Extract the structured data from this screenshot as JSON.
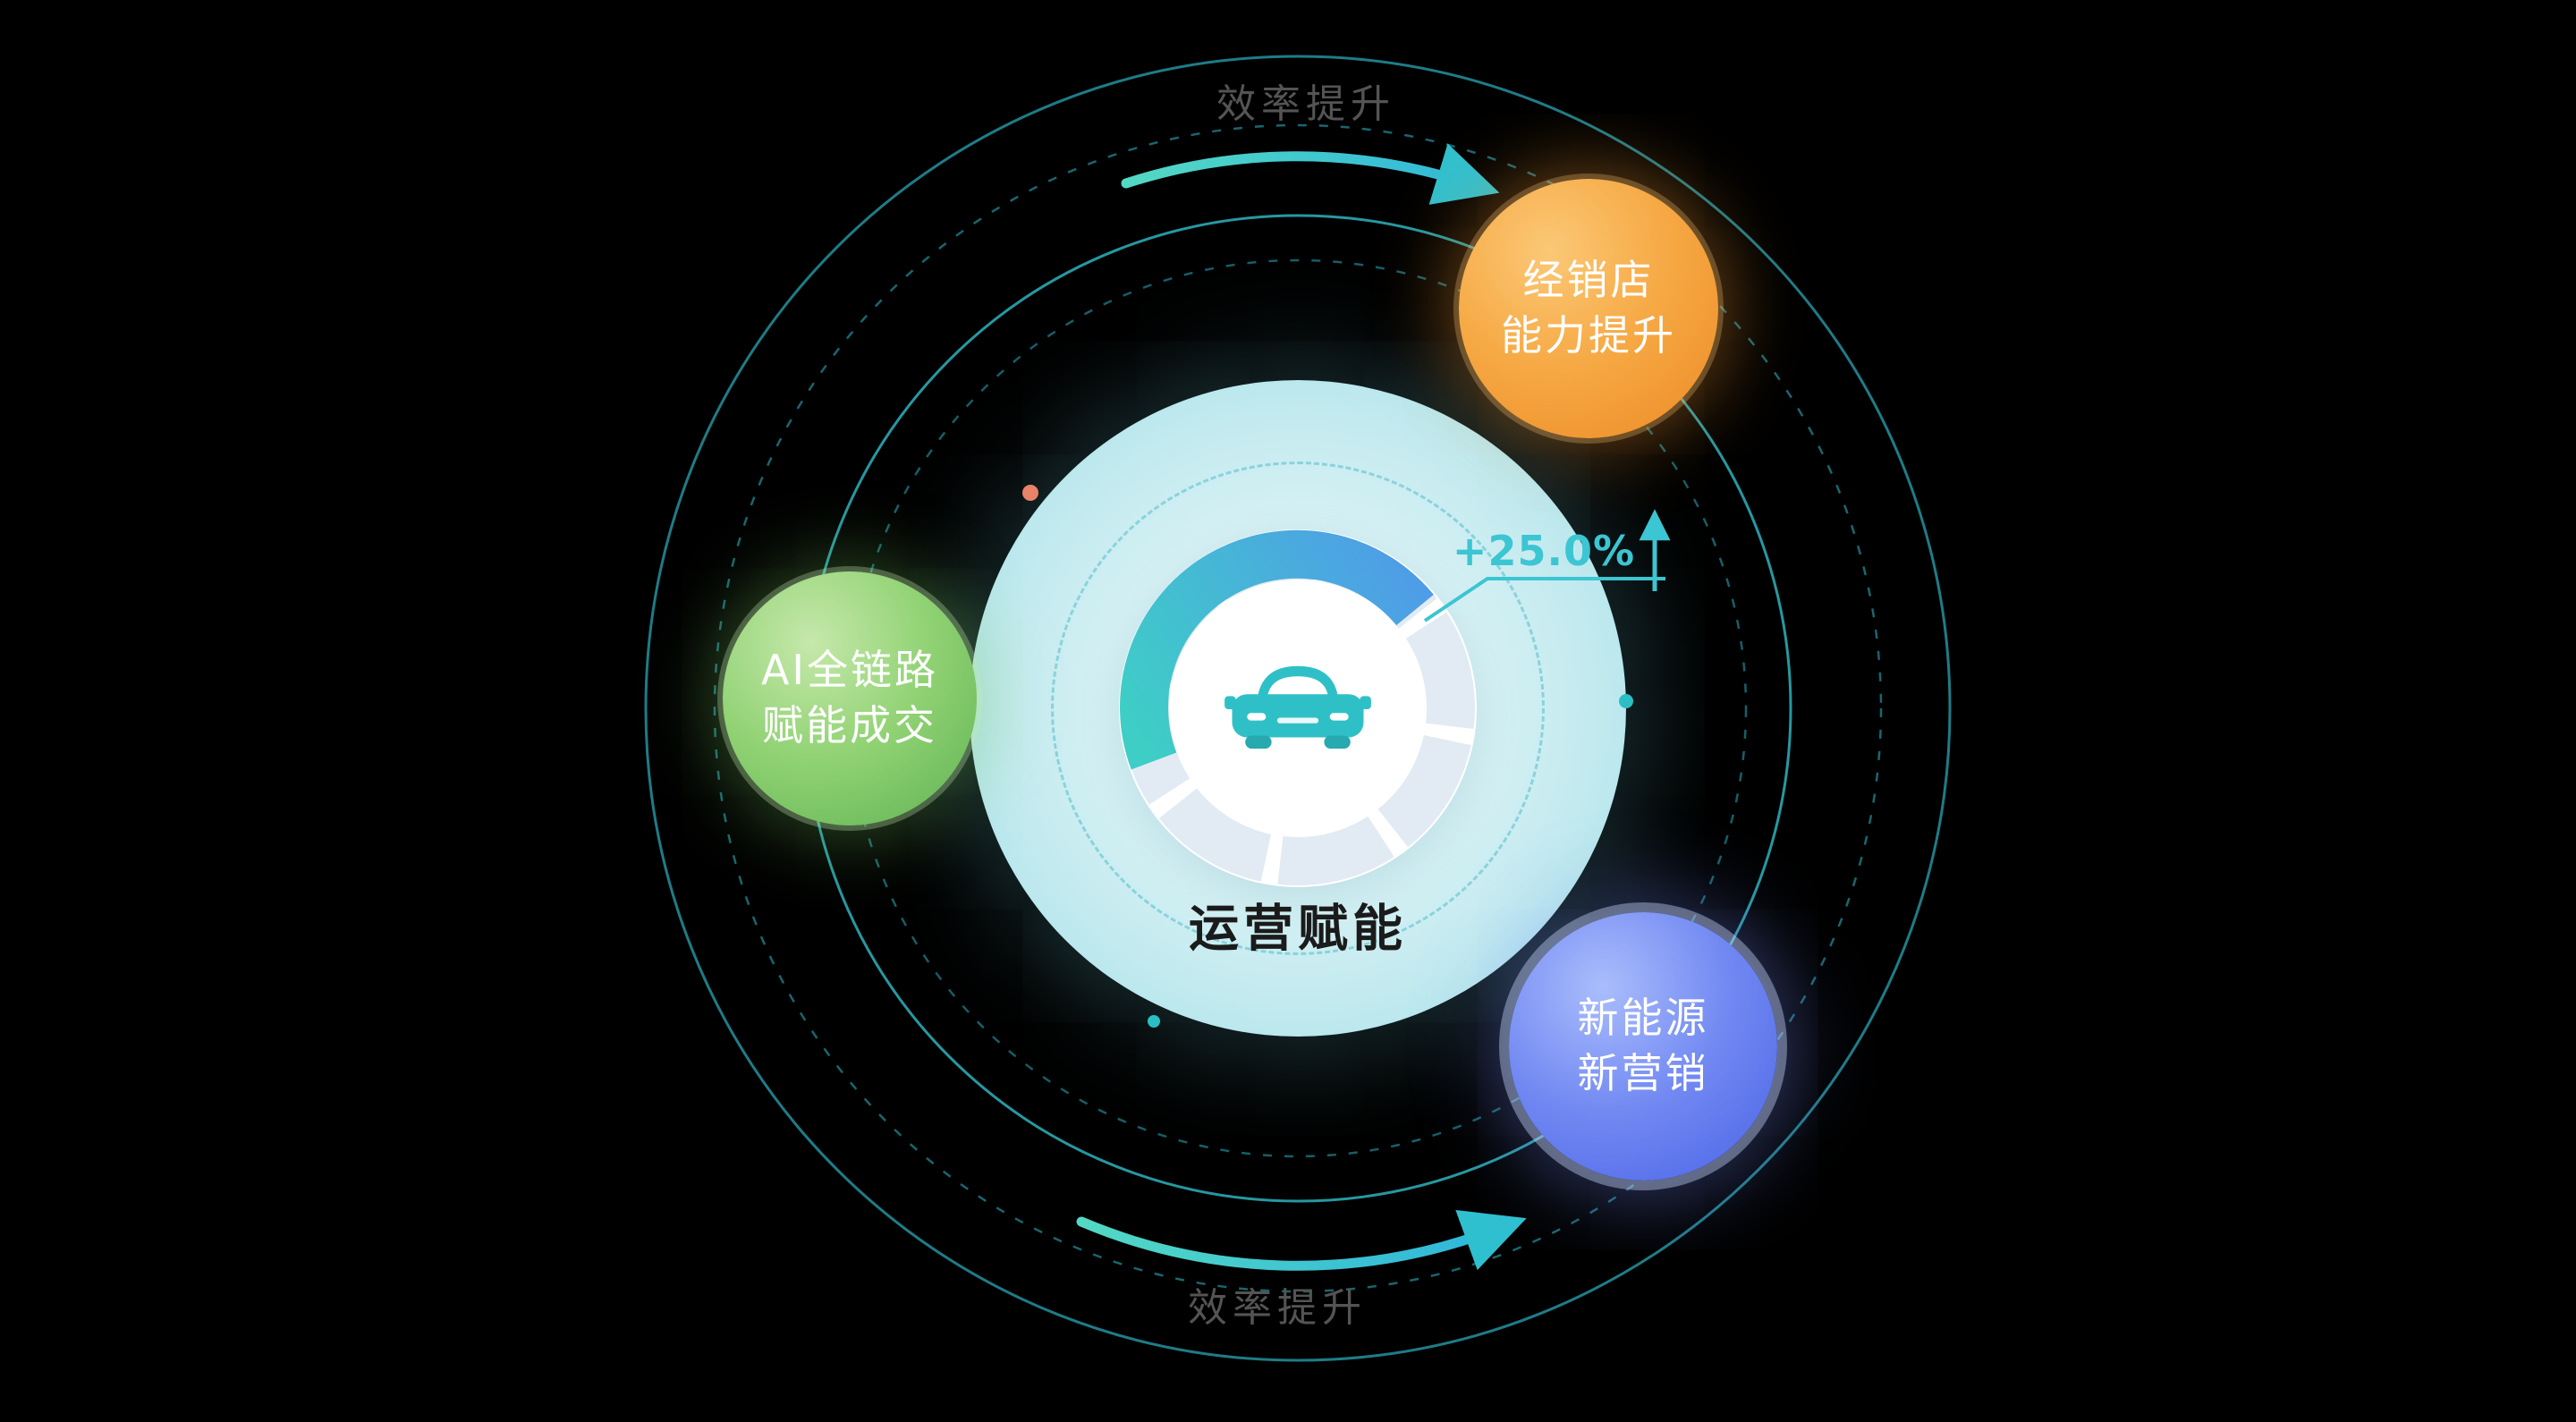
{
  "diagram": {
    "center": {
      "label": "运营赋能",
      "metric": "+25.0%",
      "icon": "car-icon"
    },
    "bubbles": {
      "dealer": {
        "line1": "经销店",
        "line2": "能力提升",
        "color": "#f09a32"
      },
      "ai": {
        "line1": "AI全链路",
        "line2": "赋能成交",
        "color": "#6fbe5e"
      },
      "nev": {
        "line1": "新能源",
        "line2": "新营销",
        "color": "#5571ee"
      }
    },
    "orbit_labels": {
      "top": "效率提升",
      "bottom": "效率提升"
    },
    "colors": {
      "teal": "#2fc0c7",
      "ring": "#23929f",
      "gauge_track": "#e2ebf3",
      "background": "#000000"
    }
  }
}
